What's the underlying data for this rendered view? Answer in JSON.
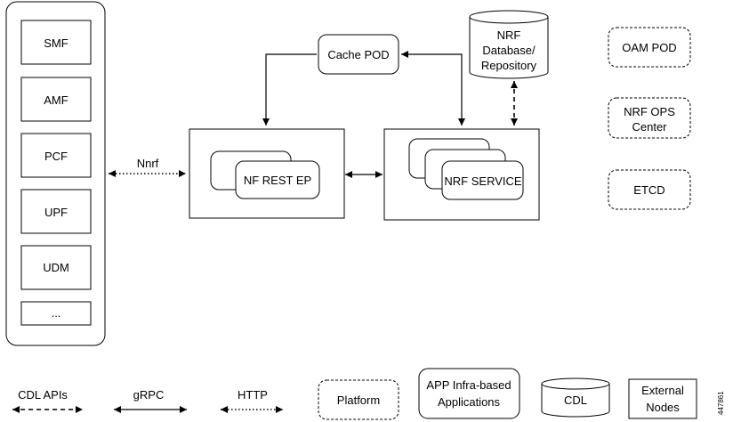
{
  "nf_list": [
    "SMF",
    "AMF",
    "PCF",
    "UPF",
    "UDM",
    "..."
  ],
  "interface_label": "Nnrf",
  "nf_rest_ep": "NF REST EP",
  "nrf_service": "NRF SERVICE",
  "cache_pod": "Cache POD",
  "nrf_db": [
    "NRF",
    "Database/",
    "Repository"
  ],
  "right_pods": {
    "oam": "OAM POD",
    "nrf_ops": [
      "NRF OPS",
      "Center"
    ],
    "etcd": "ETCD"
  },
  "legend": {
    "cdl_apis": "CDL APIs",
    "grpc": "gRPC",
    "http": "HTTP",
    "platform": "Platform",
    "app_infra": [
      "APP Infra-based",
      "Applications"
    ],
    "cdl": "CDL",
    "external_nodes": [
      "External",
      "Nodes"
    ]
  },
  "figure_id": "447861"
}
